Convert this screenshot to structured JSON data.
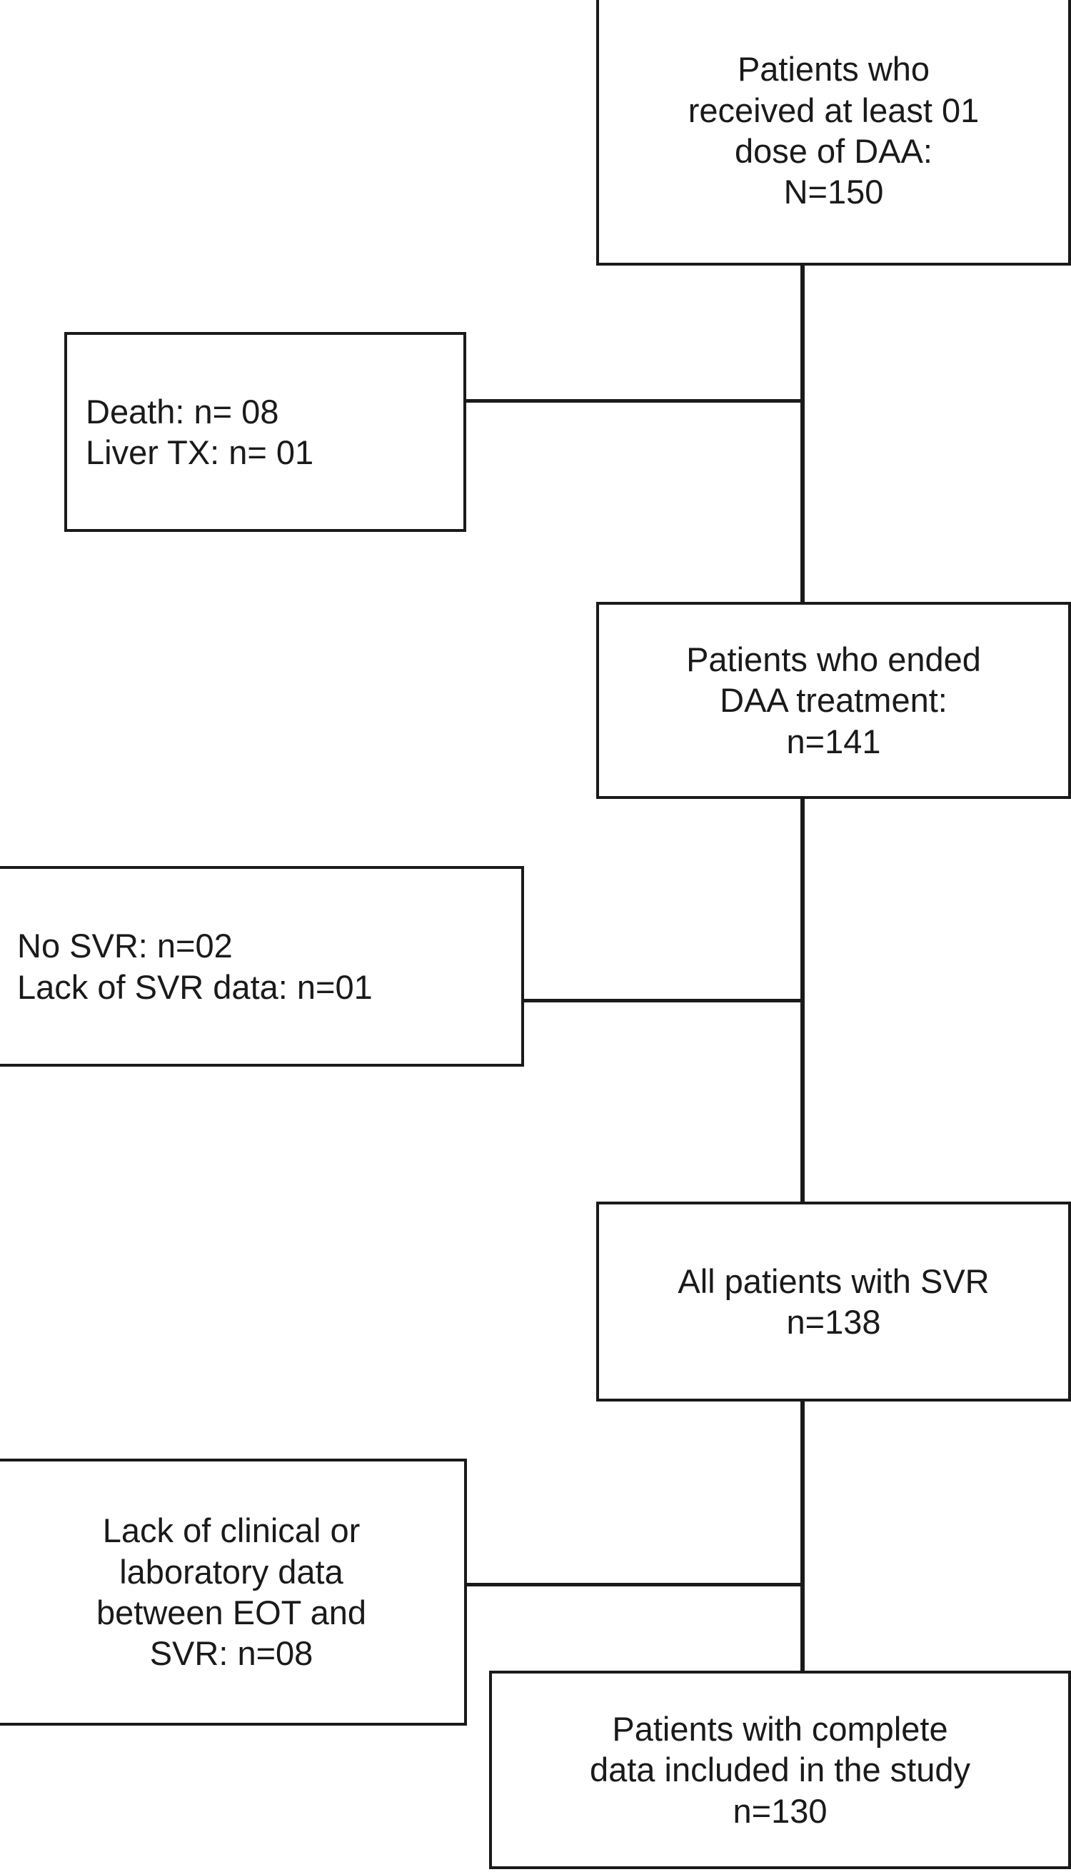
{
  "diagram": {
    "type": "patient-flow-chart",
    "nodes": {
      "enrolled": {
        "text": "Patients who\nreceived at least 01\ndose of DAA:\nN=150"
      },
      "ended": {
        "text": "Patients who ended\nDAA treatment:\nn=141"
      },
      "svr": {
        "text": "All patients with SVR\nn=138"
      },
      "included": {
        "text": "Patients with complete\ndata included in the study\nn=130"
      },
      "excl_death": {
        "text": "Death: n= 08\nLiver TX: n= 01"
      },
      "excl_svr": {
        "text": "No SVR: n=02\nLack of SVR data: n=01"
      },
      "excl_data": {
        "text": "Lack of clinical or\nlaboratory data\nbetween EOT and\nSVR: n=08"
      }
    },
    "counts": {
      "received_daa": 150,
      "death": 8,
      "liver_tx": 1,
      "ended_treatment": 141,
      "no_svr": 2,
      "lack_of_svr_data": 1,
      "all_with_svr": 138,
      "lack_clinical_or_lab_data": 8,
      "included_in_study": 130
    },
    "colors": {
      "stroke": "#1a1a1a",
      "fill": "#ffffff"
    }
  }
}
